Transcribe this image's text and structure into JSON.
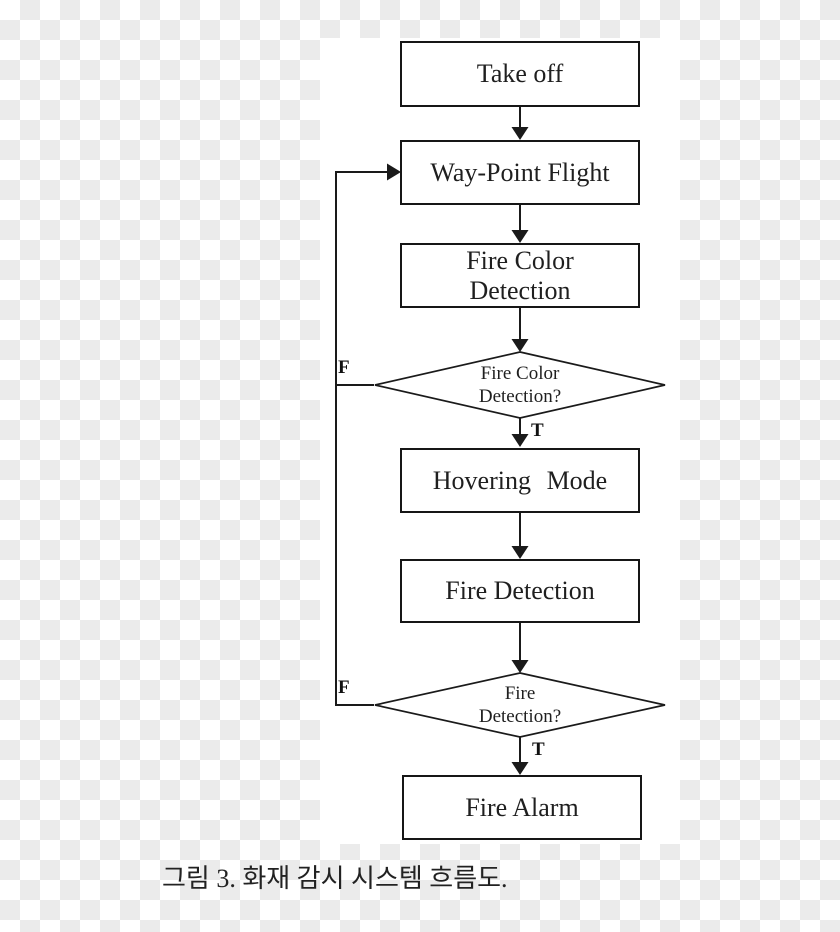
{
  "diagram": {
    "nodes": {
      "take_off": {
        "label": "Take off"
      },
      "way_point_flight": {
        "label": "Way-Point Flight"
      },
      "fire_color_detection": {
        "line1": "Fire Color",
        "line2": "Detection"
      },
      "hovering_mode": {
        "label": "Hovering Mode"
      },
      "fire_detection": {
        "label": "Fire Detection"
      },
      "fire_alarm": {
        "label": "Fire Alarm"
      }
    },
    "decisions": {
      "fire_color_decision": {
        "line1": "Fire Color",
        "line2": "Detection?"
      },
      "fire_decision": {
        "line1": "Fire",
        "line2": "Detection?"
      }
    },
    "branch_labels": {
      "true_label": "T",
      "false_label": "F"
    },
    "colors": {
      "line": "#1a1a1a",
      "text": "#1f1f1f",
      "node_fill": "#ffffff",
      "checker_gray": "#ebebeb",
      "checker_white": "#ffffff"
    }
  },
  "caption": {
    "text": "그림 3. 화재 감시 시스템 흐름도."
  }
}
